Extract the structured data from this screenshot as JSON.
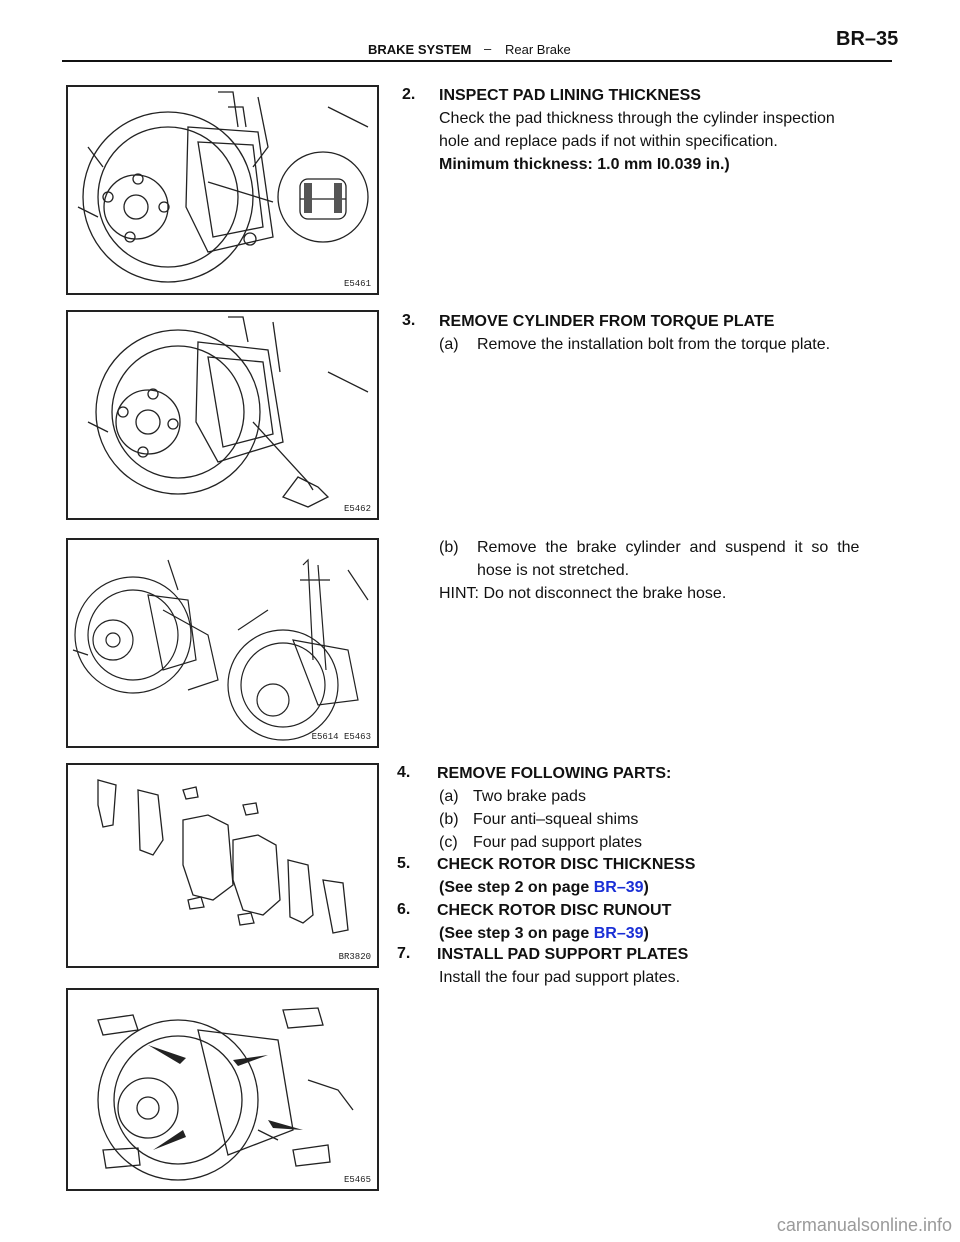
{
  "header": {
    "section": "BRAKE SYSTEM",
    "separator": "–",
    "subsection": "Rear Brake",
    "page": "BR–35"
  },
  "figures": [
    {
      "code": "E5461"
    },
    {
      "code": "E5462"
    },
    {
      "code": "E5614  E5463"
    },
    {
      "code": "BR3820"
    },
    {
      "code": "E5465"
    }
  ],
  "steps": {
    "s2": {
      "num": "2.",
      "title": "INSPECT PAD LINING THICKNESS",
      "line1": "Check the pad thickness through the cylinder inspection",
      "line2": "hole and replace pads if not within specification.",
      "spec": "Minimum thickness: 1.0 mm I0.039 in.)"
    },
    "s3": {
      "num": "3.",
      "title": "REMOVE CYLINDER FROM TORQUE PLATE",
      "a_label": "(a)",
      "a_text": "Remove the installation bolt from the torque plate.",
      "b_label": "(b)",
      "b_text1": "Remove  the  brake  cylinder  and  suspend  it  so  the",
      "b_text2": "hose is not stretched.",
      "hint": "HINT: Do not disconnect the brake hose."
    },
    "s4": {
      "num": "4.",
      "title": "REMOVE FOLLOWING PARTS:",
      "items": [
        {
          "label": "(a)",
          "text": "Two brake pads"
        },
        {
          "label": "(b)",
          "text": "Four anti–squeal shims"
        },
        {
          "label": "(c)",
          "text": "Four pad support plates"
        }
      ]
    },
    "s5": {
      "num": "5.",
      "title": "CHECK ROTOR DISC THICKNESS",
      "ref_pre": "(See step 2 on page ",
      "ref_link": "BR–39",
      "ref_post": ")"
    },
    "s6": {
      "num": "6.",
      "title": "CHECK ROTOR DISC RUNOUT",
      "ref_pre": "(See step 3 on page ",
      "ref_link": "BR–39",
      "ref_post": ")"
    },
    "s7": {
      "num": "7.",
      "title": "INSTALL PAD SUPPORT PLATES",
      "text": "Install the four pad support plates."
    }
  },
  "footer": {
    "watermark": "carmanualsonline.info"
  },
  "colors": {
    "link": "#1a2fd6",
    "text": "#111111",
    "watermark": "#9a9a9a"
  }
}
